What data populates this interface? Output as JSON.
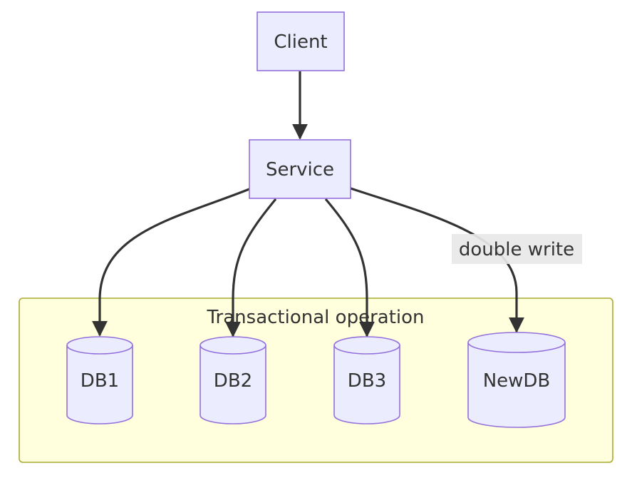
{
  "colors": {
    "node_fill": "#ECECFF",
    "node_stroke": "#9370DB",
    "cluster_fill": "#FFFFDE",
    "cluster_stroke": "#AAAA33",
    "edge": "#333333",
    "edge_label_bg": "#E8E8E8",
    "text": "#333333"
  },
  "nodes": {
    "client": "Client",
    "service": "Service",
    "db1": "DB1",
    "db2": "DB2",
    "db3": "DB3",
    "newdb": "NewDB"
  },
  "cluster": {
    "label": "Transactional operation"
  },
  "edges": [
    {
      "from": "client",
      "to": "service",
      "label": ""
    },
    {
      "from": "service",
      "to": "db1",
      "label": ""
    },
    {
      "from": "service",
      "to": "db2",
      "label": ""
    },
    {
      "from": "service",
      "to": "db3",
      "label": ""
    },
    {
      "from": "service",
      "to": "newdb",
      "label": "double write"
    }
  ]
}
